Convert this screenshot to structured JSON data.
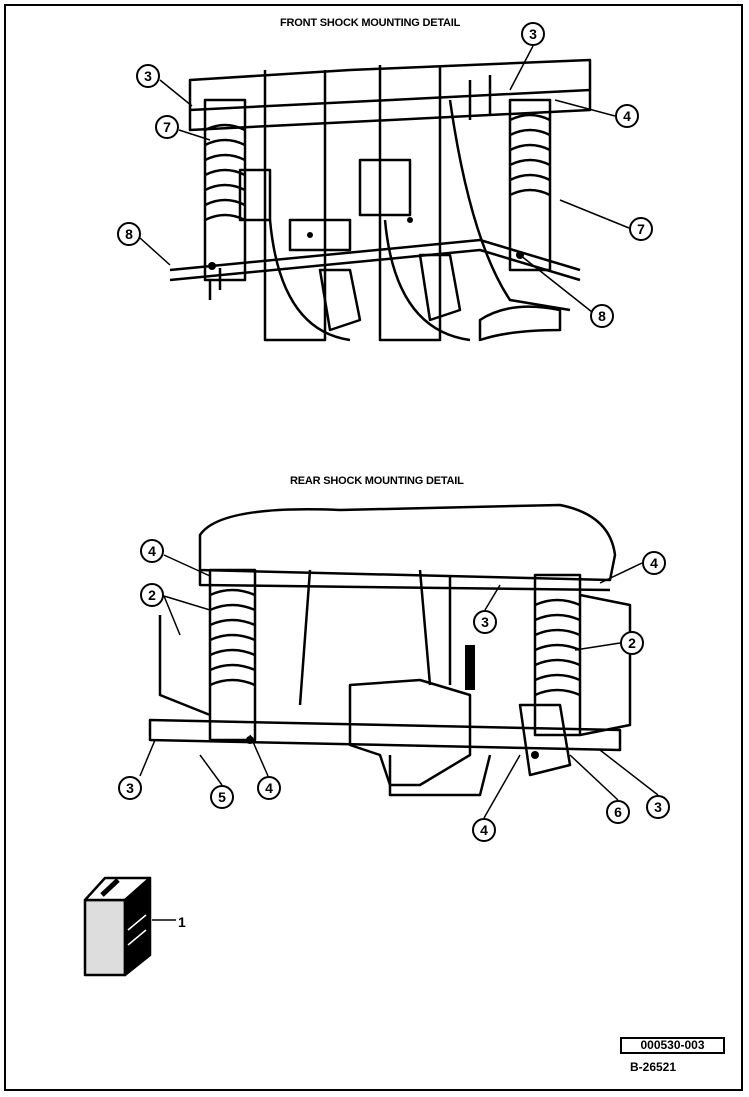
{
  "front_detail": {
    "title": "FRONT SHOCK MOUNTING DETAIL",
    "callouts": [
      "3",
      "3",
      "4",
      "7",
      "7",
      "8",
      "8"
    ]
  },
  "rear_detail": {
    "title": "REAR SHOCK MOUNTING DETAIL",
    "callouts": [
      "4",
      "4",
      "2",
      "2",
      "3",
      "3",
      "3",
      "4",
      "4",
      "5",
      "6"
    ]
  },
  "kit_box": {
    "callout": "1"
  },
  "footer": {
    "part_number": "000530-003",
    "drawing_number": "B-26521"
  },
  "icons": [
    "front-suspension-drawing",
    "rear-suspension-drawing",
    "kit-box-icon"
  ]
}
